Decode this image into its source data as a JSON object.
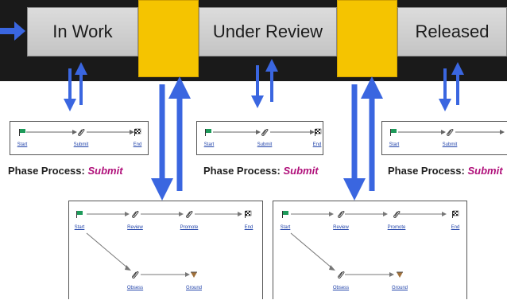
{
  "phases": [
    {
      "label": "In Work"
    },
    {
      "label": "Under Review"
    },
    {
      "label": "Released"
    }
  ],
  "small_process": {
    "nodes": [
      "Start",
      "Submit",
      "End"
    ],
    "caption_prefix": "Phase Process:",
    "caption_value": "Submit"
  },
  "gate_process": {
    "top_nodes": [
      "Start",
      "Review",
      "Promote",
      "End"
    ],
    "bottom_nodes": [
      "Obsess",
      "Ground"
    ]
  },
  "colors": {
    "gate": "#f5c400",
    "arrow": "#3a66e0",
    "flag": "#1e9a5a",
    "submit_text": "#b0107a"
  },
  "icons": {
    "start": "green-flag-icon",
    "task": "paperclip-icon",
    "end": "checkered-flag-icon",
    "ground": "ground-icon"
  }
}
